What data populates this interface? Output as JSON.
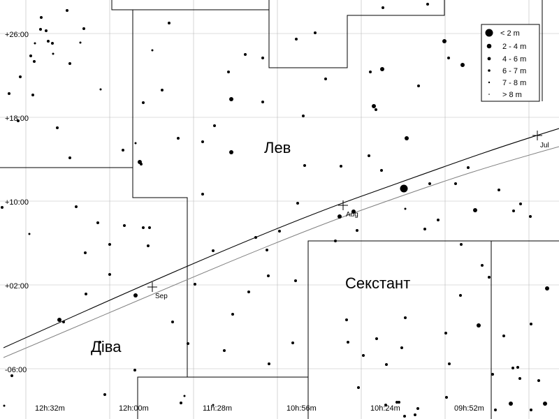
{
  "map": {
    "constellations": [
      "Лев",
      "Секстант",
      "Діва"
    ],
    "dec_ticks": [
      "+26:00",
      "+18:00",
      "+10:00",
      "+02:00",
      "-06:00"
    ],
    "ra_ticks": [
      "12h:32m",
      "12h:00m",
      "11h:28m",
      "10h:56m",
      "10h:24m",
      "09h:52m"
    ],
    "ecliptic_months": [
      "Jul",
      "Aug",
      "Sep"
    ]
  },
  "legend": {
    "title": "",
    "items": [
      {
        "label": "< 2 m",
        "magnitude_class": "<2"
      },
      {
        "label": "2 - 4 m",
        "magnitude_class": "2-4"
      },
      {
        "label": "4 - 6 m",
        "magnitude_class": "4-6"
      },
      {
        "label": "6 - 7 m",
        "magnitude_class": "6-7"
      },
      {
        "label": "7 - 8 m",
        "magnitude_class": "7-8"
      },
      {
        "label": "> 8 m",
        "magnitude_class": ">8"
      }
    ]
  },
  "colors": {
    "background": "#ffffff",
    "ink": "#000000",
    "ecliptic": "#000000",
    "ecliptic_secondary": "#808080"
  }
}
